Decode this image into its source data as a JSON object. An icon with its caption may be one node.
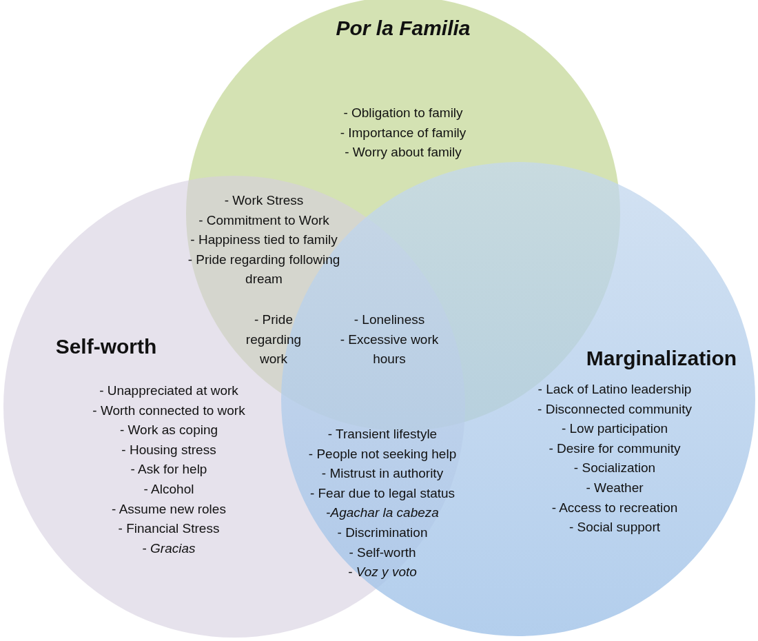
{
  "diagram": {
    "nodes": [
      {
        "text": [
          "Por la Familia"
        ]
      },
      {
        "text": [
          "Self-worth"
        ]
      },
      {
        "text": [
          "Marginalization"
        ]
      }
    ],
    "labels": [
      "- Obligation to family",
      "- Importance of family",
      "- Worry about family",
      "- Work Stress",
      "- Commitment to Work",
      "- Happiness tied to family",
      "- Pride regarding following dream",
      "- Pride regarding work",
      "- Loneliness",
      "- Excessive work hours",
      "- Unappreciated at work",
      "- Worth connected to work",
      "- Work as coping",
      "- Housing stress",
      "- Ask for help",
      "- Alcohol",
      "- Assume new roles",
      "- Financial Stress",
      "- *Gracias*",
      "- Transient lifestyle",
      "- People not seeking help",
      "- Mistrust in authority",
      "- Fear due to legal status",
      "-*Agachar la cabeza*",
      "- Discrimination",
      "- Self-worth",
      "- *Voz y voto*",
      "- Lack of Latino leadership",
      "- Disconnected community",
      "- Low participation",
      "- Desire for community",
      "- Socialization",
      "- Weather",
      "- Access to recreation",
      "- Social support"
    ]
  }
}
